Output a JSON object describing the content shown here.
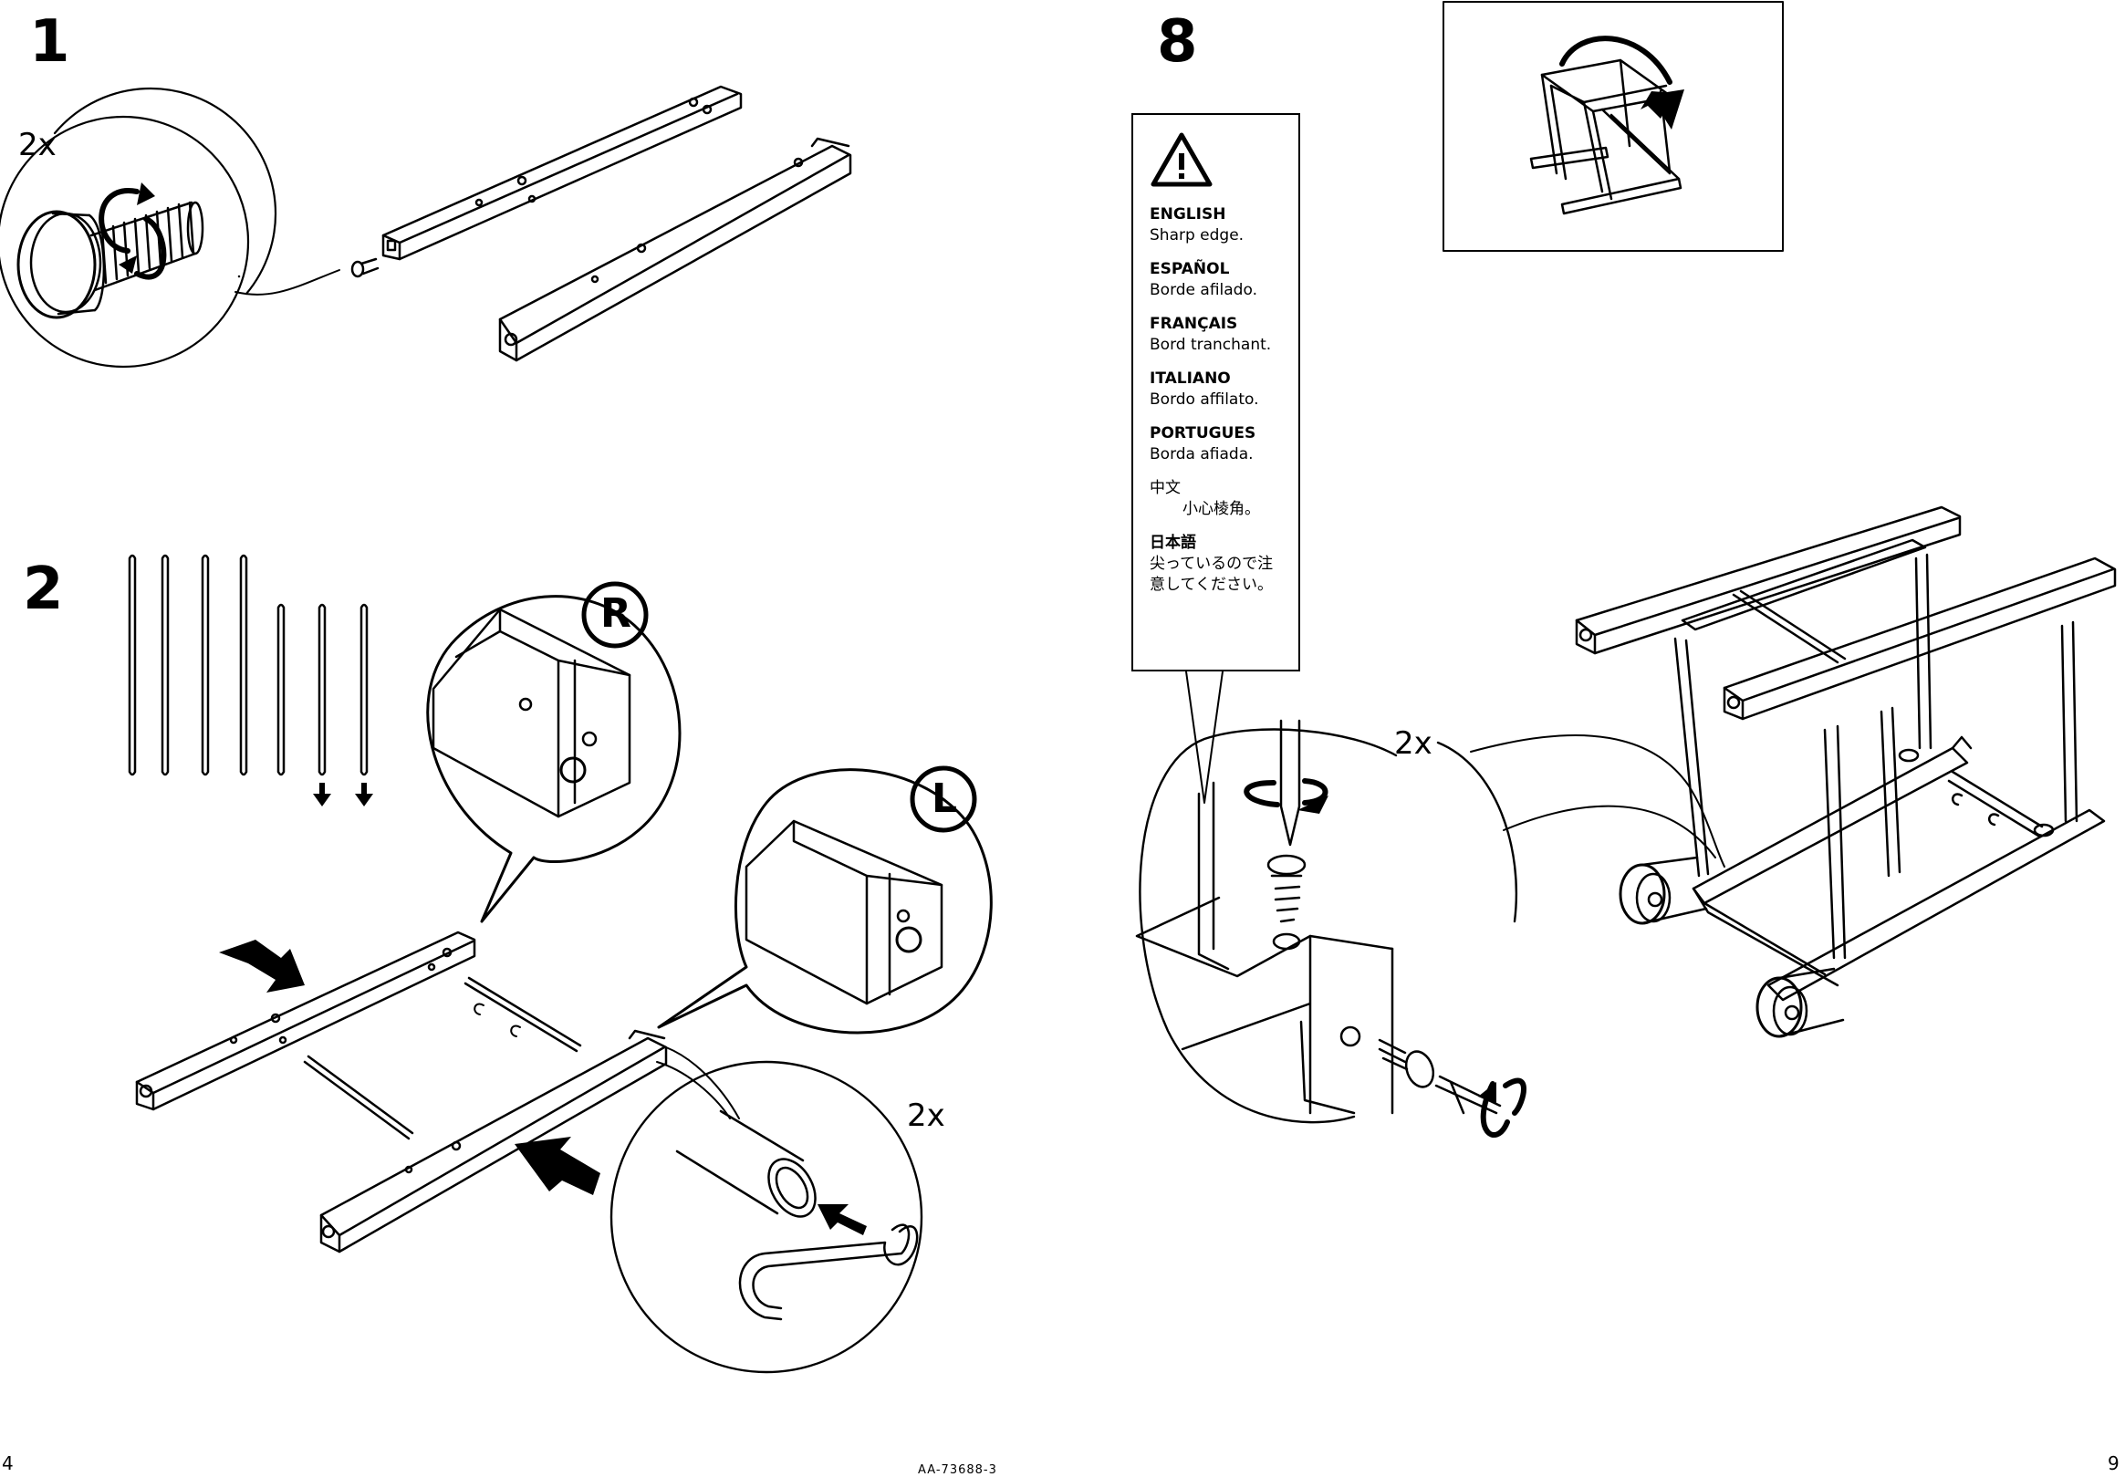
{
  "steps": [
    {
      "number": "1",
      "count": "2x"
    },
    {
      "number": "2",
      "count": "2x",
      "marker_right": "R",
      "marker_left": "L"
    },
    {
      "number": "8",
      "count": "2x"
    }
  ],
  "warning": {
    "icon": "warning-triangle-icon",
    "languages": [
      {
        "name": "ENGLISH",
        "text": "Sharp edge."
      },
      {
        "name": "ESPAÑOL",
        "text": "Borde afilado."
      },
      {
        "name": "FRANÇAIS",
        "text": "Bord tranchant."
      },
      {
        "name": "ITALIANO",
        "text": "Bordo affilato."
      },
      {
        "name": "PORTUGUES",
        "text": "Borda afiada."
      },
      {
        "name": "中文",
        "text": "小心棱角。"
      },
      {
        "name": "日本語",
        "text": "尖っているので注意してください。"
      }
    ]
  },
  "footer": {
    "page_left": "4",
    "doc_code": "AA-73688-3",
    "page_right": "9"
  }
}
